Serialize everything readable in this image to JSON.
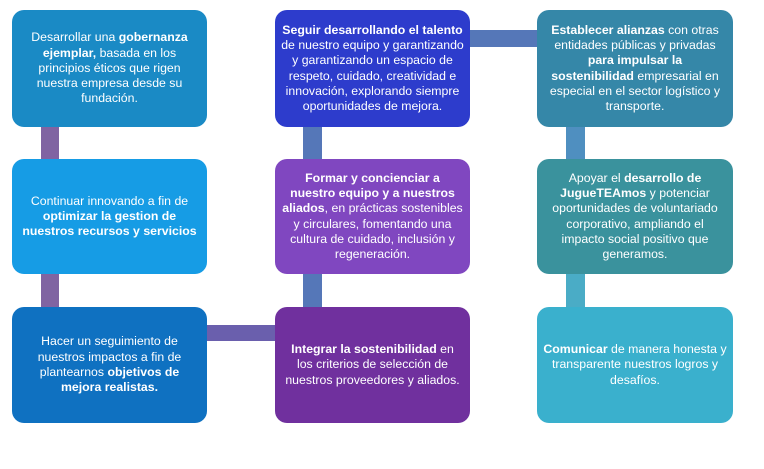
{
  "diagram": {
    "title": "",
    "colors": {
      "connector_purple": "#8064a2",
      "connector_blue": "#5577b8",
      "connector_steel": "#4f8fc0",
      "connector_teal": "#4aacc6",
      "connector_violet": "#6a5fad"
    },
    "boxes": [
      {
        "id": "gobernanza",
        "color": "#1a8ac5",
        "parts": [
          {
            "text": "Desarrollar una ",
            "bold": false
          },
          {
            "text": "gobernanza ejemplar,",
            "bold": true
          },
          {
            "text": " basada en los principios éticos que rigen nuestra empresa desde su fundación.",
            "bold": false
          }
        ]
      },
      {
        "id": "talento",
        "color": "#2d3ccc",
        "parts": [
          {
            "text": "Seguir desarrollando el  talento",
            "bold": true
          },
          {
            "text": " de nuestro equipo y garantizando y garantizando un espacio de respeto, cuidado, creatividad e innovación, explorando siempre oportunidades de mejora.",
            "bold": false
          }
        ]
      },
      {
        "id": "alianzas",
        "color": "#3587a8",
        "parts": [
          {
            "text": "Establecer alianzas",
            "bold": true
          },
          {
            "text": " con otras entidades públicas y privadas ",
            "bold": false
          },
          {
            "text": "para impulsar la sostenibilidad",
            "bold": true
          },
          {
            "text": " empresarial en especial en el sector logístico y transporte.",
            "bold": false
          }
        ]
      },
      {
        "id": "innovando",
        "color": "#169ce5",
        "parts": [
          {
            "text": "Continuar  innovando a fin de ",
            "bold": false
          },
          {
            "text": "optimizar la gestion de nuestros recursos y servicios",
            "bold": true
          }
        ]
      },
      {
        "id": "concienciar",
        "color": "#8047c0",
        "parts": [
          {
            "text": "Formar y concienciar a nuestro equipo y a nuestros aliados",
            "bold": true
          },
          {
            "text": ", en prácticas sostenibles y circulares, fomentando una cultura de cuidado, inclusión y regeneración.",
            "bold": false
          }
        ]
      },
      {
        "id": "juguteamos",
        "color": "#3a929d",
        "parts": [
          {
            "text": "Apoyar el ",
            "bold": false
          },
          {
            "text": "desarrollo de JugueTEAmos",
            "bold": true
          },
          {
            "text": " y potenciar oportunidades de voluntariado corporativo,  ampliando el impacto social positivo que generamos.",
            "bold": false
          }
        ]
      },
      {
        "id": "seguimiento",
        "color": "#0f71c1",
        "parts": [
          {
            "text": "Hacer un seguimiento de nuestros impactos a fin de plantearnos ",
            "bold": false
          },
          {
            "text": "objetivos de mejora realistas.",
            "bold": true
          }
        ]
      },
      {
        "id": "proveedores",
        "color": "#70309e",
        "parts": [
          {
            "text": "Integrar la sostenibilidad",
            "bold": true
          },
          {
            "text": " en los criterios de selección de nuestros proveedores y aliados.",
            "bold": false
          }
        ]
      },
      {
        "id": "comunicar",
        "color": "#3ab0cd",
        "parts": [
          {
            "text": "Comunicar",
            "bold": true
          },
          {
            "text": " de manera honesta y transparente nuestros logros y desafíos.",
            "bold": false
          }
        ]
      }
    ],
    "connectors": [
      {
        "from": "gobernanza",
        "to": "innovando",
        "color_key": "connector_purple"
      },
      {
        "from": "innovando",
        "to": "seguimiento",
        "color_key": "connector_purple"
      },
      {
        "from": "seguimiento",
        "to": "proveedores",
        "color_key": "connector_violet"
      },
      {
        "from": "proveedores",
        "to": "concienciar",
        "color_key": "connector_blue"
      },
      {
        "from": "concienciar",
        "to": "talento",
        "color_key": "connector_blue"
      },
      {
        "from": "talento",
        "to": "alianzas",
        "color_key": "connector_blue"
      },
      {
        "from": "alianzas",
        "to": "juguteamos",
        "color_key": "connector_steel"
      },
      {
        "from": "juguteamos",
        "to": "comunicar",
        "color_key": "connector_teal"
      }
    ]
  }
}
